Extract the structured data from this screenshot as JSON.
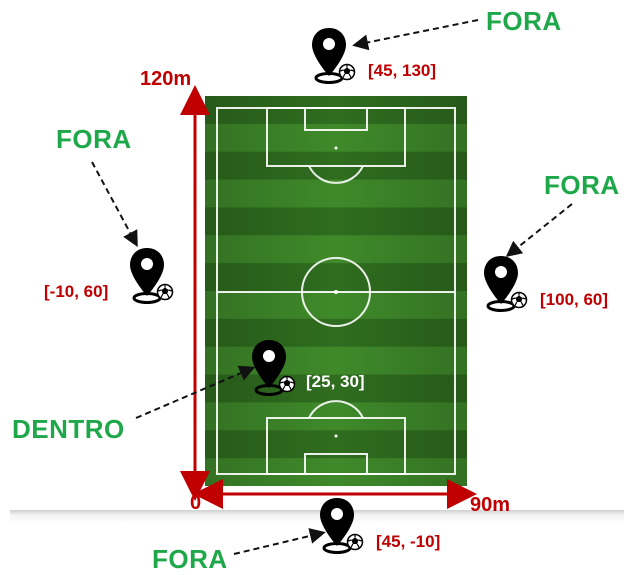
{
  "axes": {
    "origin_label": "0",
    "y_max_label": "120m",
    "x_max_label": "90m",
    "color": "#c00000"
  },
  "points": [
    {
      "status": "FORA",
      "coords": "[45, 130]"
    },
    {
      "status": "FORA",
      "coords": "[-10, 60]"
    },
    {
      "status": "FORA",
      "coords": "[100, 60]"
    },
    {
      "status": "DENTRO",
      "coords": "[25, 30]"
    },
    {
      "status": "FORA",
      "coords": "[45, -10]"
    }
  ],
  "colors": {
    "status_label": "#1fa84a",
    "coord_label": "#c00000",
    "coord_label_on_field": "#ffffff",
    "field_dark": "#2f6d1f",
    "field_light": "#3f8a2a",
    "lines": "#ffffff",
    "pin": "#000000"
  },
  "icons": [
    "map-pin-icon",
    "soccer-ball-icon"
  ]
}
